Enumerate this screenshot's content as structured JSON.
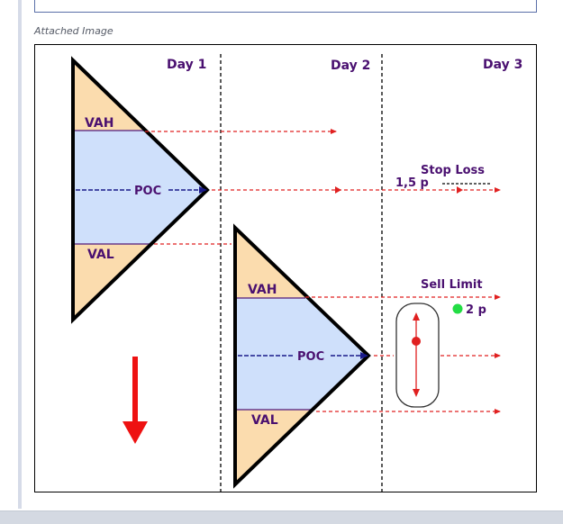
{
  "caption": "Attached Image",
  "days": [
    "Day 1",
    "Day 2",
    "Day 3"
  ],
  "profile1": {
    "vah": "VAH",
    "poc": "POC",
    "val": "VAL"
  },
  "profile2": {
    "vah": "VAH",
    "poc": "POC",
    "val": "VAL"
  },
  "stop_loss": {
    "label": "Stop Loss",
    "distance": "1,5 p"
  },
  "sell_limit": {
    "label": "Sell Limit",
    "distance": "2 p"
  },
  "colors": {
    "value_area": "#cfe0fb",
    "outer": "#fbdcae",
    "level_line": "#e02020",
    "poc_line": "#1a1a8a",
    "label": "#4a1070",
    "arrow": "#ee1111",
    "entry_dot": "#22dd44"
  }
}
